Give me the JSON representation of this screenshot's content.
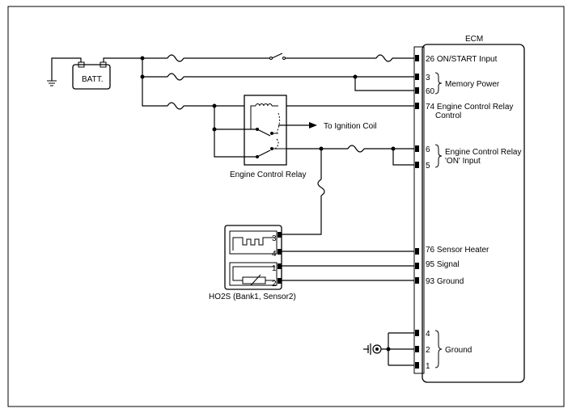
{
  "ecm": {
    "title": "ECM",
    "pins": {
      "on_start": "26 ON/START Input",
      "mp3": "3",
      "mp60": "60",
      "ecr_ctrl_l1": "74 Engine Control Relay",
      "ecr_ctrl_l2": "Control",
      "on6": "6",
      "on5": "5",
      "sensor_heater": "76 Sensor Heater",
      "signal": "95 Signal",
      "ground93": "93 Ground",
      "g4": "4",
      "g2": "2",
      "g1": "1"
    },
    "groups": {
      "memory_power": "Memory Power",
      "ecr_on_l1": "Engine Control Relay",
      "ecr_on_l2": "'ON' Input",
      "ground": "Ground"
    }
  },
  "battery": {
    "label": "BATT."
  },
  "relay": {
    "label": "Engine Control Relay",
    "to_ignition": "To Ignition Coil"
  },
  "ho2s": {
    "label": "HO2S (Bank1, Sensor2)",
    "pins": [
      "3",
      "4",
      "1",
      "2"
    ]
  }
}
